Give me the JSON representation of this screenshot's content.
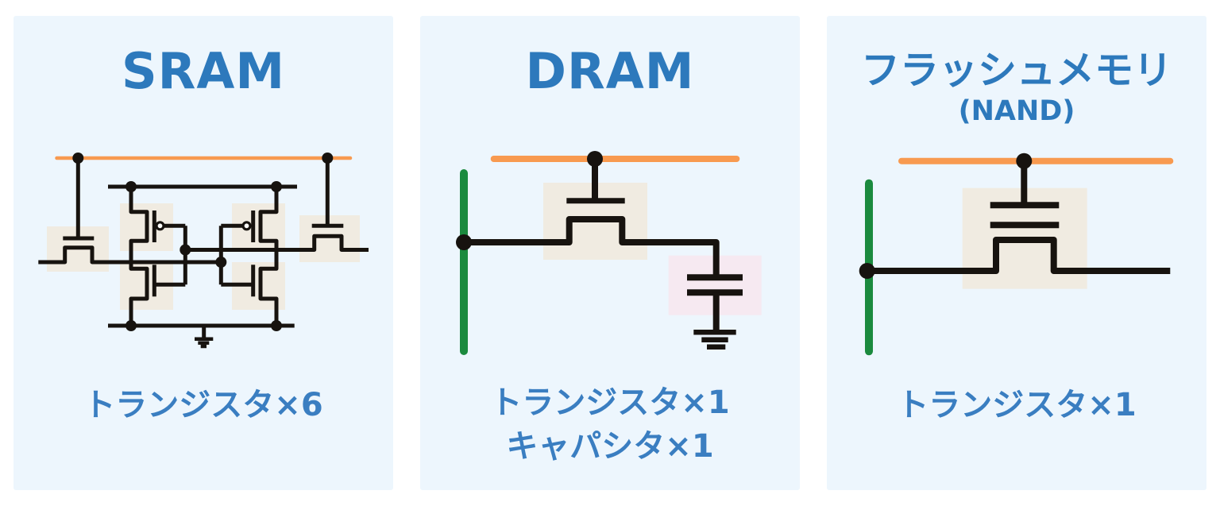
{
  "page": {
    "background": "#ffffff"
  },
  "colors": {
    "panel_bg": "#edf6fd",
    "title_blue": "#2d79bc",
    "caption_blue": "#3a7ec1",
    "word_line_orange": "#f89a50",
    "bit_line_green": "#1b8a3e",
    "circuit_black": "#17130f",
    "transistor_highlight_beige": "#f0ebe1",
    "capacitor_highlight_pink": "#f6e9f1"
  },
  "panels": [
    {
      "title": "SRAM",
      "caption_lines": [
        "トランジスタ×6"
      ]
    },
    {
      "title": "DRAM",
      "caption_lines": [
        "トランジスタ×1",
        "キャパシタ×1"
      ]
    },
    {
      "title": "フラッシュメモリ",
      "subtitle": "(NAND)",
      "caption_lines": [
        "トランジスタ×1"
      ]
    }
  ]
}
